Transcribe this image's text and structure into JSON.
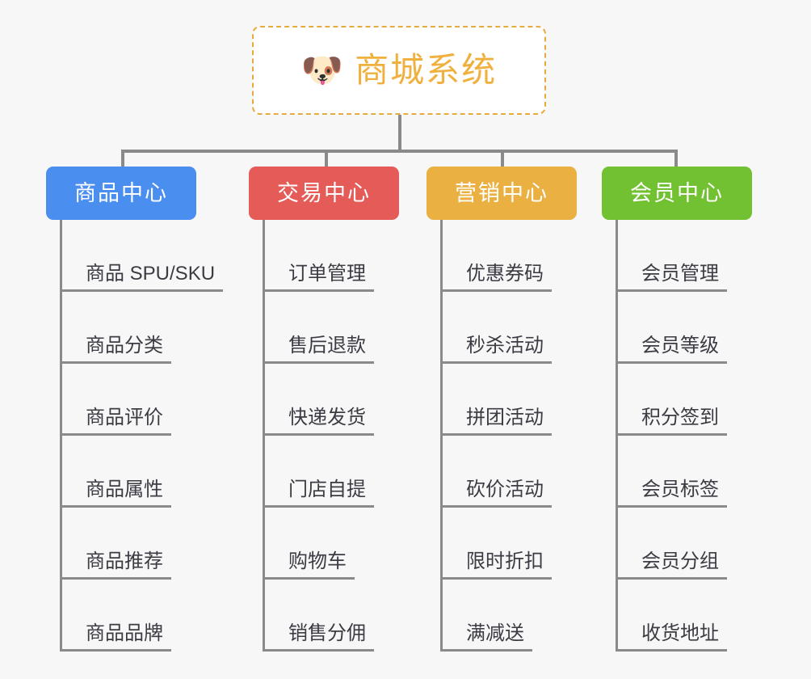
{
  "root": {
    "icon": "shiba-dog-emoji",
    "icon_glyph": "🐶",
    "title": "商城系统",
    "title_color": "#f0b03e",
    "border_color": "#e8a93f",
    "background": "#ffffff"
  },
  "canvas": {
    "background": "#f7f7f7",
    "connector_color": "#8a8a8a"
  },
  "branches": [
    {
      "label": "商品中心",
      "color": "#4a8ef0",
      "items": [
        {
          "label": "商品 SPU/SKU"
        },
        {
          "label": "商品分类"
        },
        {
          "label": "商品评价"
        },
        {
          "label": "商品属性"
        },
        {
          "label": "商品推荐"
        },
        {
          "label": "商品品牌"
        }
      ]
    },
    {
      "label": "交易中心",
      "color": "#e55b58",
      "items": [
        {
          "label": "订单管理"
        },
        {
          "label": "售后退款"
        },
        {
          "label": "快递发货"
        },
        {
          "label": "门店自提"
        },
        {
          "label": "购物车"
        },
        {
          "label": "销售分佣"
        }
      ]
    },
    {
      "label": "营销中心",
      "color": "#eab042",
      "items": [
        {
          "label": "优惠券码"
        },
        {
          "label": "秒杀活动"
        },
        {
          "label": "拼团活动"
        },
        {
          "label": "砍价活动"
        },
        {
          "label": "限时折扣"
        },
        {
          "label": "满减送"
        }
      ]
    },
    {
      "label": "会员中心",
      "color": "#72c132",
      "items": [
        {
          "label": "会员管理"
        },
        {
          "label": "会员等级"
        },
        {
          "label": "积分签到"
        },
        {
          "label": "会员标签"
        },
        {
          "label": "会员分组"
        },
        {
          "label": "收货地址"
        }
      ]
    }
  ]
}
